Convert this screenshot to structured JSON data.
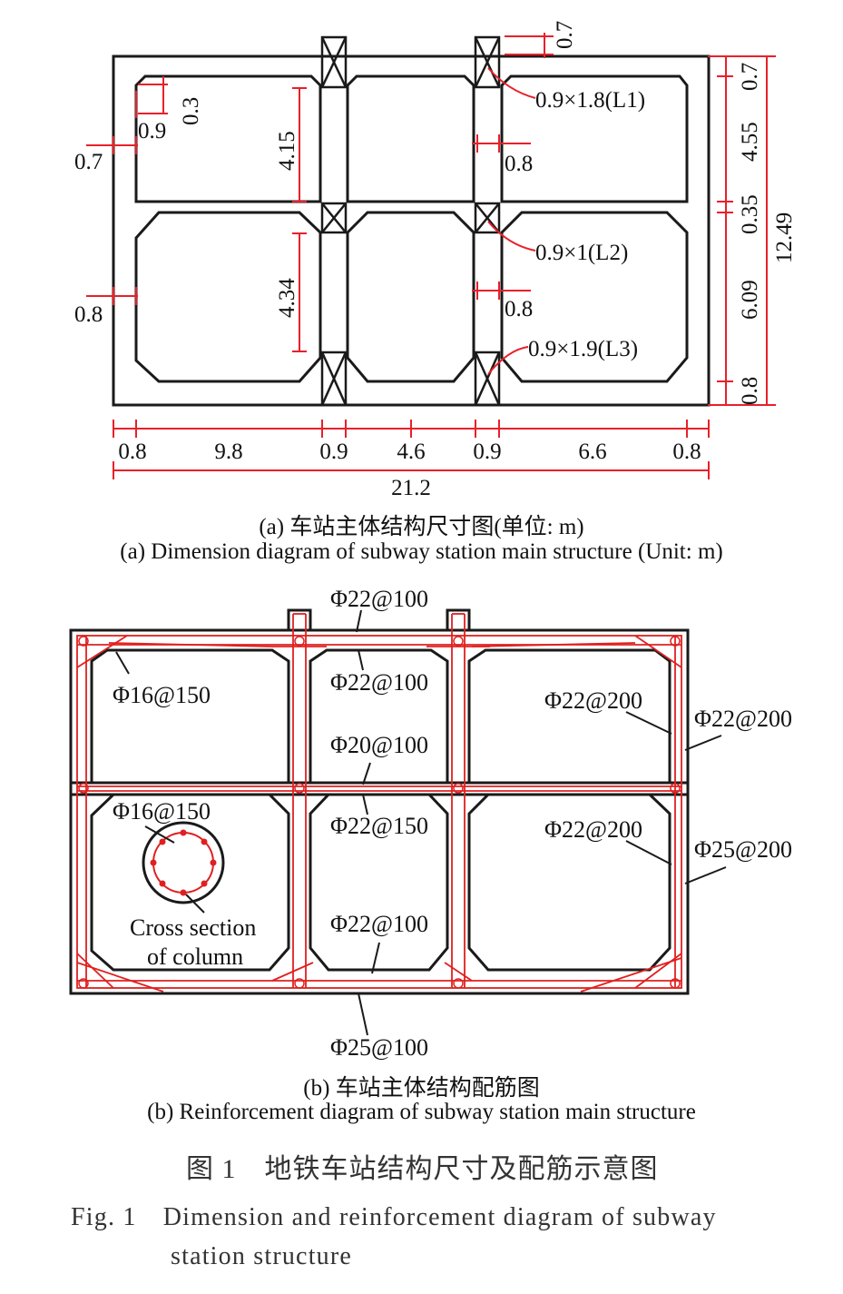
{
  "diagram_a": {
    "label_l1": "0.9×1.8(L1)",
    "label_l2": "0.9×1(L2)",
    "label_l3": "0.9×1.9(L3)",
    "dim_top_col": "0.7",
    "dim_haunch_w": "0.9",
    "dim_haunch_h": "0.3",
    "dim_left_wall_upper": "0.7",
    "dim_left_wall_lower": "0.8",
    "dim_col_upper": "0.8",
    "dim_col_lower": "0.8",
    "dim_upper_clear": "4.15",
    "dim_lower_clear": "4.34",
    "right_dims": [
      "0.7",
      "4.55",
      "0.35",
      "6.09",
      "0.8"
    ],
    "right_total": "12.49",
    "bottom_dims": [
      "0.8",
      "9.8",
      "0.9",
      "4.6",
      "0.9",
      "6.6",
      "0.8"
    ],
    "bottom_total": "21.2"
  },
  "caption_a_cn": "(a) 车站主体结构尺寸图(单位: m)",
  "caption_a_en": "(a) Dimension diagram of subway station main structure (Unit: m)",
  "diagram_b": {
    "rebar_top_col": "Φ22@100",
    "rebar_upper_beam": "Φ22@100",
    "rebar_mid_slab_top": "Φ20@100",
    "rebar_mid_slab_bottom": "Φ22@150",
    "rebar_bottom_slab_top": "Φ22@100",
    "rebar_bottom_slab": "Φ25@100",
    "rebar_upper_left": "Φ16@150",
    "rebar_lower_left": "Φ16@150",
    "rebar_upper_right_in": "Φ22@200",
    "rebar_upper_right_out": "Φ22@200",
    "rebar_lower_right_in": "Φ22@200",
    "rebar_lower_right_out": "Φ25@200",
    "column_label_1": "Cross section",
    "column_label_2": "of column"
  },
  "caption_b_cn": "(b) 车站主体结构配筋图",
  "caption_b_en": "(b) Reinforcement diagram of subway station main structure",
  "figure_title_cn": "图 1　地铁车站结构尺寸及配筋示意图",
  "figure_title_en_1": "Fig. 1　Dimension and reinforcement diagram of subway",
  "figure_title_en_2": "station structure",
  "colors": {
    "line": "#1a1a1a",
    "dimension": "#e8202a",
    "rebar": "#e02020"
  }
}
